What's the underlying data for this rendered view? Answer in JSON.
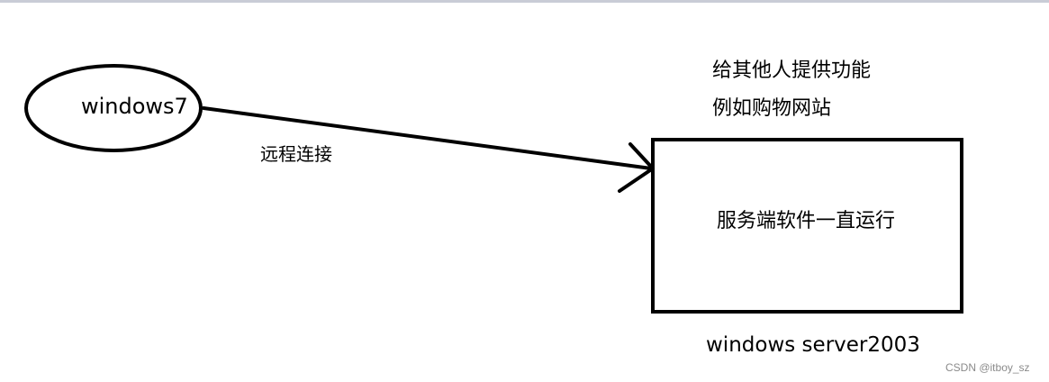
{
  "diagram": {
    "client": {
      "label": "windows7"
    },
    "connection": {
      "label": "远程连接"
    },
    "server": {
      "box_label": "服务端软件一直运行",
      "label": "windows server2003",
      "note_lines": [
        "给其他人提供功能",
        "例如购物网站"
      ]
    }
  },
  "watermark": "CSDN @itboy_sz",
  "colors": {
    "stroke": "#000000",
    "background": "#ffffff",
    "top_border": "#c9ccd6",
    "watermark": "#8a8a8a"
  }
}
